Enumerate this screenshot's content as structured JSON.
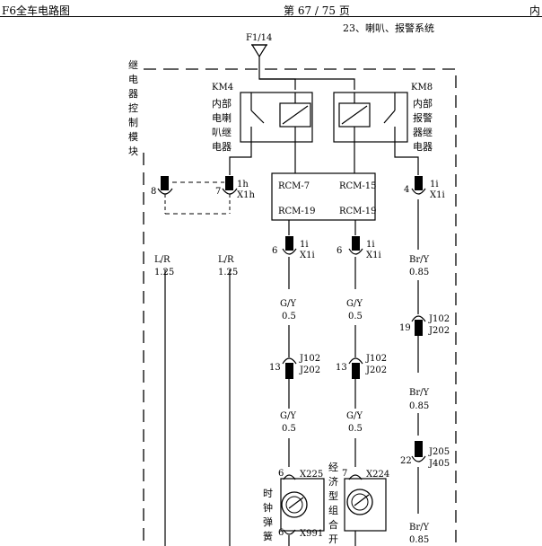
{
  "header": {
    "left": "F6全车电路图",
    "page": "第 67 / 75 页",
    "right": "内",
    "section": "23、喇叭、报警系统"
  },
  "fuse": {
    "label": "F1/14"
  },
  "module": {
    "title_chars": [
      "继",
      "电",
      "器",
      "控",
      "制",
      "模",
      "块"
    ],
    "km4": {
      "code": "KM4",
      "desc_lines": [
        "内部",
        "电喇",
        "叭继",
        "电器"
      ]
    },
    "km8": {
      "code": "KM8",
      "desc_lines": [
        "内部",
        "报警",
        "器继",
        "电器"
      ]
    }
  },
  "rcm": {
    "top_left": "RCM-7",
    "top_right": "RCM-15",
    "bottom_left": "RCM-19",
    "bottom_right": "RCM-19"
  },
  "connectors": {
    "c8": {
      "pin": "8"
    },
    "c7": {
      "pin": "7",
      "code1": "1h",
      "code2": "X1h"
    },
    "c4": {
      "pin": "4",
      "code1": "1i",
      "code2": "X1i"
    },
    "c6a": {
      "pin": "6",
      "code1": "1i",
      "code2": "X1i"
    },
    "c6b": {
      "pin": "6",
      "code1": "1i",
      "code2": "X1i"
    },
    "c19": {
      "pin": "19",
      "code1": "J102",
      "code2": "J202"
    },
    "c13a": {
      "pin": "13",
      "code1": "J102",
      "code2": "J202"
    },
    "c13b": {
      "pin": "13",
      "code1": "J102",
      "code2": "J202"
    },
    "c22": {
      "pin": "22",
      "code1": "J205",
      "code2": "J405"
    },
    "x225": {
      "pin": "6",
      "code": "X225"
    },
    "x224": {
      "pin": "7",
      "code": "X224"
    },
    "x991": {
      "pin": "6",
      "code": "X991"
    }
  },
  "wires": {
    "w1": {
      "color": "L/R",
      "size": "1.25"
    },
    "w2": {
      "color": "L/R",
      "size": "1.25"
    },
    "w3": {
      "color": "G/Y",
      "size": "0.5"
    },
    "w4": {
      "color": "G/Y",
      "size": "0.5"
    },
    "w5": {
      "color": "G/Y",
      "size": "0.5"
    },
    "w6": {
      "color": "G/Y",
      "size": "0.5"
    },
    "w7": {
      "color": "Br/Y",
      "size": "0.85"
    },
    "w8": {
      "color": "Br/Y",
      "size": "0.85"
    },
    "w9": {
      "color": "Br/Y",
      "size": "0.85"
    }
  },
  "components": {
    "clock_spring": [
      "时",
      "钟",
      "弹",
      "簧"
    ],
    "combo_switch": [
      "经",
      "济",
      "型",
      "组",
      "合",
      "开"
    ]
  }
}
